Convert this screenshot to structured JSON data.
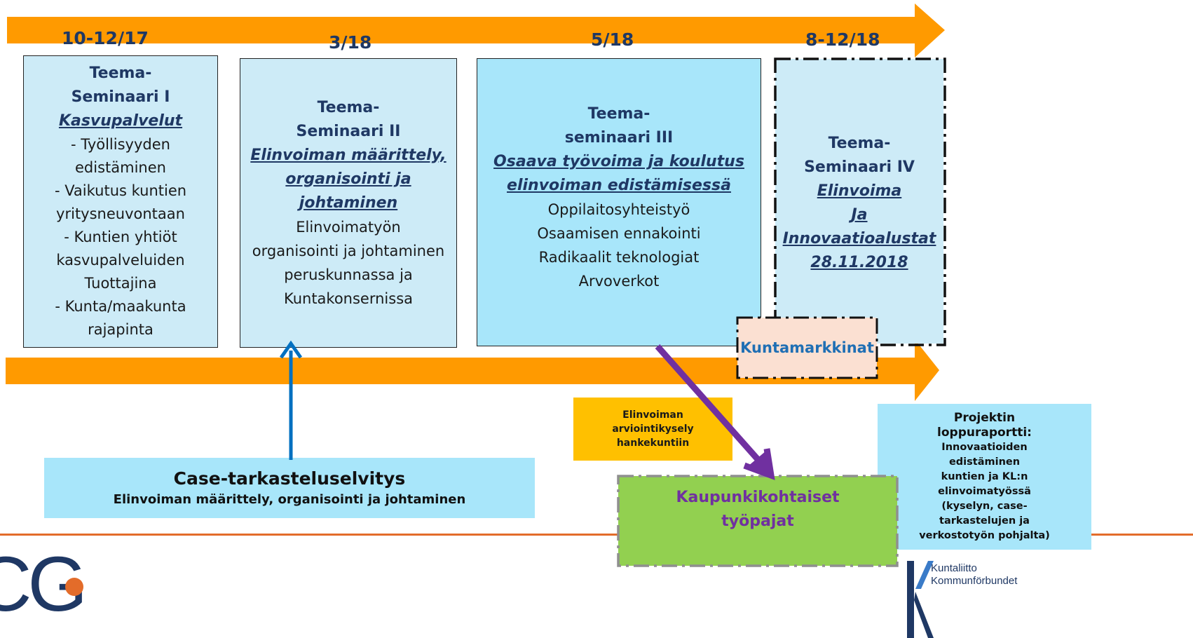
{
  "timeline": {
    "dates": [
      "10-12/17",
      "3/18",
      "5/18",
      "8-12/18"
    ]
  },
  "seminars": [
    {
      "title_lines": [
        "Teema-",
        "Seminaari I"
      ],
      "topic_lines": [
        "Kasvupalvelut"
      ],
      "body_lines": [
        "- Työllisyyden",
        "edistäminen",
        "- Vaikutus kuntien",
        "yritysneuvontaan",
        "- Kuntien yhtiöt",
        "kasvupalveluiden",
        "Tuottajina",
        "- Kunta/maakunta",
        "rajapinta"
      ]
    },
    {
      "title_lines": [
        "Teema-",
        "Seminaari II"
      ],
      "topic_lines": [
        "Elinvoiman määrittely,",
        "organisointi ja",
        "johtaminen"
      ],
      "body_lines": [
        "Elinvoimatyön",
        "organisointi ja johtaminen",
        "peruskunnassa ja",
        "Kuntakonsernissa"
      ]
    },
    {
      "title_lines": [
        "Teema-",
        "seminaari III"
      ],
      "topic_lines": [
        "Osaava työvoima ja koulutus",
        "elinvoiman edistämisessä"
      ],
      "body_lines": [
        "Oppilaitosyhteistyö",
        "Osaamisen ennakointi",
        "Radikaalit teknologiat",
        "Arvoverkot"
      ]
    },
    {
      "title_lines": [
        "Teema-",
        "Seminaari IV"
      ],
      "topic_lines": [
        "Elinvoima",
        "Ja",
        "Innovaatioalustat",
        "28.11.2018"
      ],
      "body_lines": []
    }
  ],
  "kuntamarkkinat": "Kuntamarkkinat",
  "survey_lines": [
    "Elinvoiman",
    "arviointikysely",
    "hankekuntiin"
  ],
  "case_study": {
    "title": "Case-tarkasteluselvitys",
    "subtitle": "Elinvoiman määrittely, organisointi ja johtaminen"
  },
  "workshops_lines": [
    "Kaupunkikohtaiset",
    "työpajat"
  ],
  "final_report_lines": [
    "Projektin",
    "loppuraportti:",
    "Innovaatioiden",
    "edistäminen",
    "kuntien ja KL:n",
    "elinvoimatyössä",
    "(kyselyn, case-",
    "tarkastelujen ja",
    "verkostotyön pohjalta)"
  ],
  "logos": {
    "left": "CG",
    "right_line1": "Kuntaliitto",
    "right_line2": "Kommunförbundet"
  },
  "colors": {
    "arrow": "#FF9A00",
    "box_light": "#CDEBF7",
    "box_mid": "#A8E6FA",
    "navy": "#1F3864",
    "survey": "#FFC000",
    "workshop": "#92D050",
    "kuntamarkkinat_bg": "#FBE0D2",
    "purple_arrow": "#7030A0",
    "blue_arrow": "#0070C0",
    "footer_line": "#E36C2A"
  }
}
